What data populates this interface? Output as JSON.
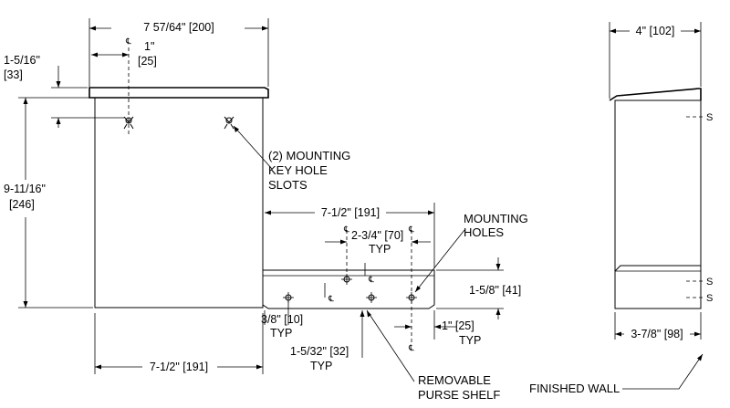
{
  "dimensions": {
    "overall_width": "7 57/64\" [200]",
    "centerline_offset": "1\"",
    "centerline_offset_mm": "[25]",
    "top_offset": "1-5/16\"",
    "top_offset_mm": "[33]",
    "height": "9-11/16\"",
    "height_mm": "[246]",
    "shelf_width": "7-1/2\" [191]",
    "hole_spacing": "2-3/4\" [70]",
    "hole_spacing_typ": "TYP",
    "shelf_height": "1-5/8\" [41]",
    "hole_edge_left": "3/8\" [10]",
    "hole_edge_left_typ": "TYP",
    "hole_vertical": "1-5/32\" [32]",
    "hole_vertical_typ": "TYP",
    "hole_edge_right": "1\" [25]",
    "hole_edge_right_typ": "TYP",
    "bottom_width": "7-1/2\" [191]",
    "side_depth": "4\" [102]",
    "side_shelf_depth": "3-7/8\" [98]"
  },
  "callouts": {
    "key_slots_line1": "(2) MOUNTING",
    "key_slots_line2": "KEY HOLE",
    "key_slots_line3": "SLOTS",
    "mounting_holes_line1": "MOUNTING",
    "mounting_holes_line2": "HOLES",
    "purse_shelf_line1": "REMOVABLE",
    "purse_shelf_line2": "PURSE SHELF",
    "finished_wall": "FINISHED WALL"
  },
  "symbols": {
    "centerline": "℄",
    "stud": "S"
  }
}
